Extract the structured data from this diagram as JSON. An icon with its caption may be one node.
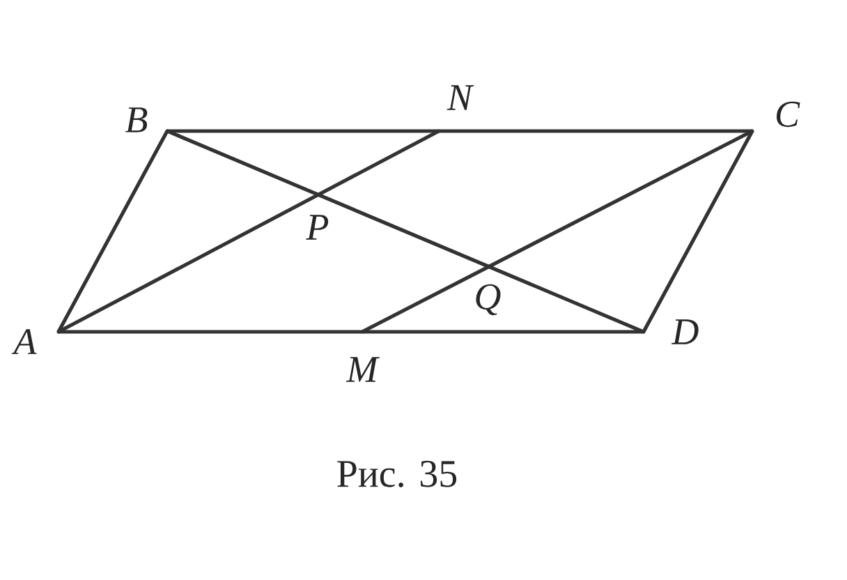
{
  "diagram": {
    "caption": "Рис. 35",
    "nodes": [
      {
        "text": [
          "A"
        ]
      },
      {
        "text": [
          "B"
        ]
      },
      {
        "text": [
          "C"
        ]
      },
      {
        "text": [
          "D"
        ]
      },
      {
        "text": [
          "N"
        ]
      },
      {
        "text": [
          "M"
        ]
      }
    ],
    "edges": [
      {
        "from": 0,
        "to": 1,
        "arrow": "none"
      },
      {
        "from": 1,
        "to": 2,
        "arrow": "none"
      },
      {
        "from": 2,
        "to": 3,
        "arrow": "none"
      },
      {
        "from": 3,
        "to": 0,
        "arrow": "none"
      },
      {
        "from": 0,
        "to": 4,
        "arrow": "none"
      },
      {
        "from": 5,
        "to": 2,
        "arrow": "none"
      },
      {
        "from": 1,
        "to": 3,
        "arrow": "none"
      }
    ],
    "labels": [
      "P",
      "Q"
    ]
  }
}
